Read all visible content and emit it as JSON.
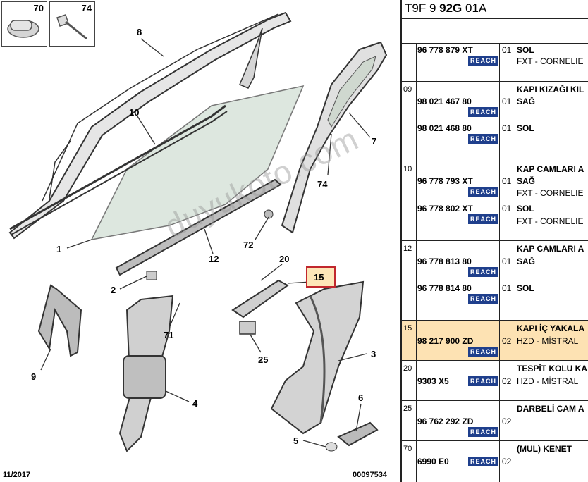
{
  "diagram": {
    "thumbnails": [
      {
        "num": "70"
      },
      {
        "num": "74"
      }
    ],
    "callouts": [
      {
        "label": "8"
      },
      {
        "label": "10"
      },
      {
        "label": "7"
      },
      {
        "label": "74"
      },
      {
        "label": "1"
      },
      {
        "label": "72"
      },
      {
        "label": "12"
      },
      {
        "label": "20"
      },
      {
        "label": "15"
      },
      {
        "label": "2"
      },
      {
        "label": "71"
      },
      {
        "label": "9"
      },
      {
        "label": "25"
      },
      {
        "label": "3"
      },
      {
        "label": "4"
      },
      {
        "label": "6"
      },
      {
        "label": "5"
      }
    ],
    "highlight_label": "15",
    "watermark": "duyukoto.com",
    "footer_left": "11/2017",
    "footer_right": "00097534"
  },
  "table": {
    "code_prefix": "T9F 9 ",
    "code_bold": "92G",
    "code_suffix": " 01A",
    "reach_label": "REACH",
    "rows": [
      {
        "ref": "",
        "entries": [
          {
            "pn": "96 778 879 XT",
            "qty": "01",
            "desc": "SOL",
            "sub": "FXT - CORNELIE"
          }
        ]
      },
      {
        "ref": "09",
        "title": "KAPI KIZAĞI KIL",
        "entries": [
          {
            "pn": "98 021 467 80",
            "qty": "01",
            "desc": "SAĞ"
          },
          {
            "pn": "98 021 468 80",
            "qty": "01",
            "desc": "SOL"
          }
        ]
      },
      {
        "ref": "10",
        "title": "KAP CAMLARI A",
        "entries": [
          {
            "pn": "96 778 793 XT",
            "qty": "01",
            "desc": "SAĞ",
            "sub": "FXT - CORNELIE"
          },
          {
            "pn": "96 778 802 XT",
            "qty": "01",
            "desc": "SOL",
            "sub": "FXT - CORNELIE"
          }
        ]
      },
      {
        "ref": "12",
        "title": "KAP CAMLARI A",
        "entries": [
          {
            "pn": "96 778 813 80",
            "qty": "01",
            "desc": "SAĞ"
          },
          {
            "pn": "96 778 814 80",
            "qty": "01",
            "desc": "SOL"
          }
        ]
      },
      {
        "ref": "15",
        "title": "KAPI İÇ YAKALA",
        "highlight": true,
        "entries": [
          {
            "pn": "98 217 900 ZD",
            "qty": "02",
            "desc": "HZD - MİSTRAL"
          }
        ]
      },
      {
        "ref": "20",
        "title": "TESPİT KOLU KA",
        "entries": [
          {
            "pn": "9303 X5",
            "qty": "02",
            "desc": "HZD - MİSTRAL"
          }
        ]
      },
      {
        "ref": "25",
        "title": "DARBELİ CAM A",
        "entries": [
          {
            "pn": "96 762 292 ZD",
            "qty": "02",
            "desc": ""
          }
        ]
      },
      {
        "ref": "70",
        "title": "(MUL) KENET",
        "entries": [
          {
            "pn": "6990 E0",
            "qty": "02",
            "desc": ""
          }
        ]
      }
    ]
  }
}
